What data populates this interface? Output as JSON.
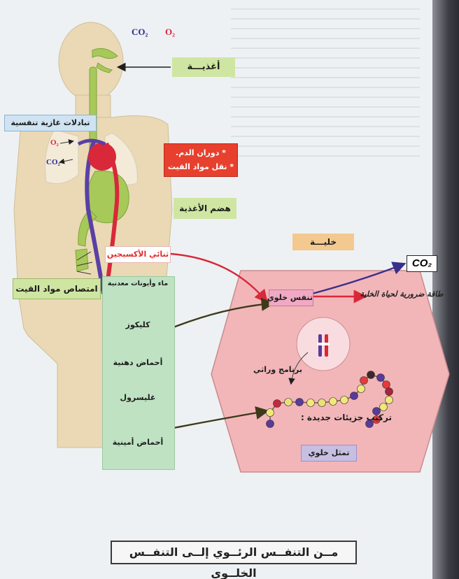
{
  "header": {
    "co2": "CO₂",
    "o2": "O₂"
  },
  "body_labels": {
    "food": "أغذيـــة",
    "gas_exchange": "تبادلات غازية تنفسية",
    "o2_small": "O₂",
    "co2_small": "CO₂",
    "circulation_1": "* دوران الدم.",
    "circulation_2": "* نقل مواد القيت",
    "digestion": "هضم الأغذية",
    "absorption": "امتصاص مواد القيت",
    "oxygen": "ثنائي الأكسيجين"
  },
  "nutrients": {
    "title": "ماء وأيونات معدنية",
    "items": [
      {
        "label": "كليكوز",
        "colors": [
          "#e63a3a",
          "#e63a3a",
          "#e63a3a"
        ]
      },
      {
        "label": "أحماض دهنية",
        "colors": [
          "#f1e87a",
          "#f1e87a",
          "#f1e87a"
        ]
      },
      {
        "label": "غليسرول",
        "colors": [
          "#c83a3a",
          "#c83a3a",
          "#c83a3a"
        ]
      },
      {
        "label": "أحماض أمينية",
        "colors": [
          "#7a3a9a",
          "#f1e87a",
          "#e63a3a",
          "#5a3a9a"
        ]
      }
    ]
  },
  "cell": {
    "title": "خليـــة",
    "respiration": "تنفس خلوي",
    "energy": "طاقة ضرورية لحياة الخلية",
    "co2_out": "CO₂",
    "genetic_program": "برنامج وراثي",
    "synthesis": "تركيب جزيئات جديدة :",
    "assimilation": "تمثل خلوي",
    "chain_colors": [
      "#5a3a9a",
      "#f1e87a",
      "#c8283a",
      "#e8e078",
      "#5a3a9a",
      "#f1e87a",
      "#e8e078",
      "#f1e87a",
      "#f1e87a",
      "#5a3a9a",
      "#f1e87a",
      "#e63a3a",
      "#3a2a2a",
      "#5a3a9a",
      "#e63a3a",
      "#a8243a",
      "#f1e87a",
      "#f1e87a",
      "#5a3a9a",
      "#e63a3a",
      "#5a3a9a"
    ]
  },
  "caption": "مــن التنفــس الرئــوي إلــى التنفــس الخلــوي"
}
